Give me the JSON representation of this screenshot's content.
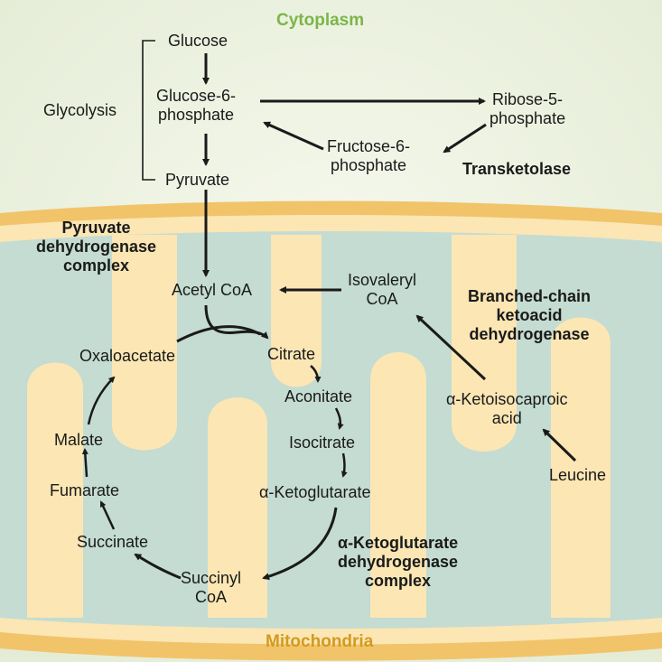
{
  "compartments": {
    "cytoplasm": "Cytoplasm",
    "mitochondria": "Mitochondria"
  },
  "colors": {
    "cytoplasm_label": "#7ab648",
    "mitochondria_label": "#d39a1f",
    "arrow": "#1a1a1a"
  },
  "metabolites": {
    "glucose": "Glucose",
    "g6p_1": "Glucose-6-",
    "g6p_2": "phosphate",
    "pyruvate": "Pyruvate",
    "r5p_1": "Ribose-5-",
    "r5p_2": "phosphate",
    "f6p_1": "Fructose-6-",
    "f6p_2": "phosphate",
    "acetyl_coa": "Acetyl CoA",
    "isovaleryl_1": "Isovaleryl",
    "isovaleryl_2": "CoA",
    "citrate": "Citrate",
    "aconitate": "Aconitate",
    "isocitrate": "Isocitrate",
    "akg": "α-Ketoglutarate",
    "succinyl_1": "Succinyl",
    "succinyl_2": "CoA",
    "succinate": "Succinate",
    "fumarate": "Fumarate",
    "malate": "Malate",
    "oxaloacetate": "Oxaloacetate",
    "kic_1": "α-Ketoisocaproic",
    "kic_2": "acid",
    "leucine": "Leucine"
  },
  "pathways": {
    "glycolysis": "Glycolysis"
  },
  "enzymes": {
    "transketolase": "Transketolase",
    "pdh_1": "Pyruvate",
    "pdh_2": "dehydrogenase",
    "pdh_3": "complex",
    "bckd_1": "Branched-chain",
    "bckd_2": "ketoacid",
    "bckd_3": "dehydrogenase",
    "akgdh_1": "α-Ketoglutarate",
    "akgdh_2": "dehydrogenase",
    "akgdh_3": "complex"
  }
}
